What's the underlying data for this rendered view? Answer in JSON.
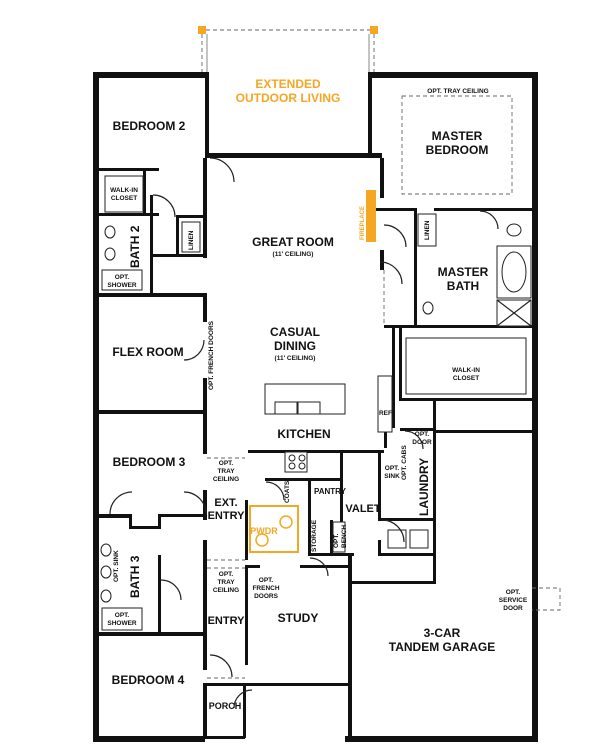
{
  "accent_color": "#f5a623",
  "wall_color": "#111111",
  "rooms": {
    "outdoor_1": "EXTENDED",
    "outdoor_2": "OUTDOOR LIVING",
    "bedroom2": "BEDROOM 2",
    "master_1": "MASTER",
    "master_2": "BEDROOM",
    "great_room": "GREAT ROOM",
    "great_room_ceiling": "(11' CEILING)",
    "master_bath_1": "MASTER",
    "master_bath_2": "BATH",
    "flex_room": "FLEX ROOM",
    "casual_1": "CASUAL",
    "casual_2": "DINING",
    "casual_ceiling": "(11' CEILING)",
    "kitchen": "KITCHEN",
    "bedroom3": "BEDROOM 3",
    "ext_entry_1": "EXT.",
    "ext_entry_2": "ENTRY",
    "pantry": "PANTRY",
    "valet": "VALET",
    "laundry": "LAUNDRY",
    "pwdr": "PWDR",
    "bath2": "BATH 2",
    "bath3": "BATH 3",
    "entry": "ENTRY",
    "study": "STUDY",
    "garage_1": "3-CAR",
    "garage_2": "TANDEM GARAGE",
    "bedroom4": "BEDROOM 4",
    "porch": "PORCH"
  },
  "labels": {
    "opt_tray_ceiling_master": "OPT. TRAY CEILING",
    "walkin_closet_1": "WALK-IN",
    "walkin_closet_2": "CLOSET",
    "fireplace": "FIREPLACE",
    "linen": "LINEN",
    "linen2": "LINEN",
    "opt": "OPT.",
    "shower": "SHOWER",
    "opt2": "OPT.",
    "shower2": "SHOWER",
    "opt_french_doors_flex": "OPT. FRENCH DOORS",
    "walkin_master_1": "WALK-IN",
    "walkin_master_2": "CLOSET",
    "ref": "REF.",
    "opt_door_1": "OPT.",
    "opt_door_2": "DOOR",
    "opt_sink_laundry_1": "OPT.",
    "opt_sink_laundry_2": "SINK",
    "opt_cabs": "OPT. CABS",
    "opt_tray_1": "OPT.",
    "opt_tray_2": "TRAY",
    "opt_tray_3": "CEILING",
    "coats": "COATS",
    "storage": "STORAGE",
    "opt_bench_1": "OPT.",
    "opt_bench_2": "BENCH",
    "opt_sink_bath3": "OPT. SINK",
    "opt_tray_entry_1": "OPT.",
    "opt_tray_entry_2": "TRAY",
    "opt_tray_entry_3": "CEILING",
    "opt_french_study_1": "OPT.",
    "opt_french_study_2": "FRENCH",
    "opt_french_study_3": "DOORS",
    "opt_service_1": "OPT.",
    "opt_service_2": "SERVICE",
    "opt_service_3": "DOOR"
  }
}
